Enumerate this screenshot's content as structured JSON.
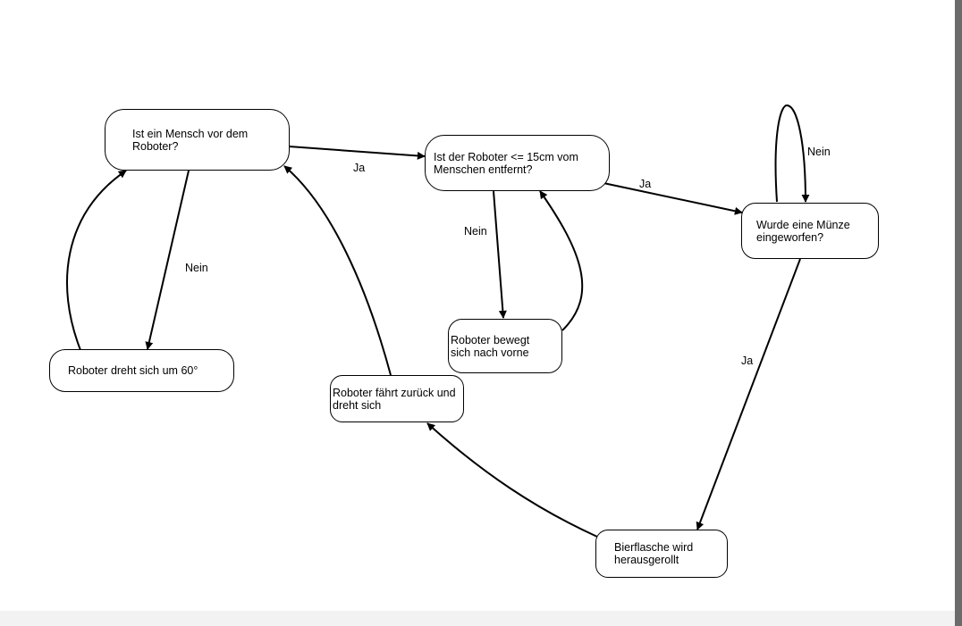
{
  "nodes": {
    "mensch_vor_roboter": "Ist ein Mensch vor dem Roboter?",
    "roboter_15cm": "Ist der Roboter <= 15cm vom Menschen entfernt?",
    "muenze": "Wurde eine Münze eingeworfen?",
    "dreht_60": "Roboter dreht sich um 60°",
    "bewegt_vorne": "Roboter bewegt sich nach vorne",
    "faehrt_zurueck": "Roboter fährt zurück und dreht sich",
    "bierflasche": "Bierflasche wird herausgerollt"
  },
  "edge_labels": {
    "ja_1": "Ja",
    "nein_1": "Nein",
    "nein_2": "Nein",
    "ja_2": "Ja",
    "nein_3": "Nein",
    "ja_3": "Ja"
  },
  "colors": {
    "stroke": "#000000",
    "background": "#ffffff"
  }
}
